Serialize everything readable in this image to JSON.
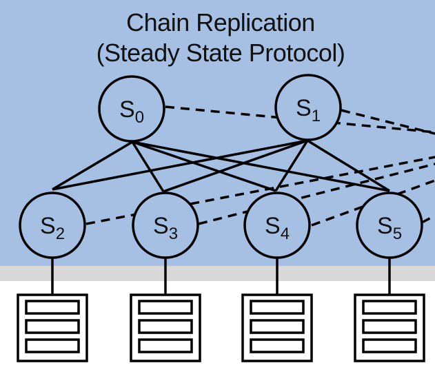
{
  "title": {
    "line1": "Chain Replication",
    "line2": "(Steady State Protocol)"
  },
  "colors": {
    "background_panel": "#a6c0e4",
    "lower_band": "#d9d9d9",
    "stroke": "#000000"
  },
  "servers": [
    {
      "id": "s0",
      "letter": "S",
      "index": "0",
      "tier": "top"
    },
    {
      "id": "s1",
      "letter": "S",
      "index": "1",
      "tier": "top"
    },
    {
      "id": "s2",
      "letter": "S",
      "index": "2",
      "tier": "bottom",
      "has_storage": true
    },
    {
      "id": "s3",
      "letter": "S",
      "index": "3",
      "tier": "bottom",
      "has_storage": true
    },
    {
      "id": "s4",
      "letter": "S",
      "index": "4",
      "tier": "bottom",
      "has_storage": true
    },
    {
      "id": "s5",
      "letter": "S",
      "index": "5",
      "tier": "bottom",
      "has_storage": true
    }
  ],
  "solid_links": [
    [
      "s0",
      "s2"
    ],
    [
      "s0",
      "s3"
    ],
    [
      "s0",
      "s4"
    ],
    [
      "s0",
      "s5"
    ],
    [
      "s1",
      "s2"
    ],
    [
      "s1",
      "s3"
    ],
    [
      "s1",
      "s4"
    ],
    [
      "s1",
      "s5"
    ]
  ],
  "dashed_links": [
    [
      "s0",
      "offscreen"
    ],
    [
      "s1",
      "offscreen"
    ],
    [
      "s2",
      "offscreen"
    ],
    [
      "s3",
      "offscreen"
    ],
    [
      "s4",
      "offscreen"
    ],
    [
      "s5",
      "offscreen"
    ]
  ]
}
